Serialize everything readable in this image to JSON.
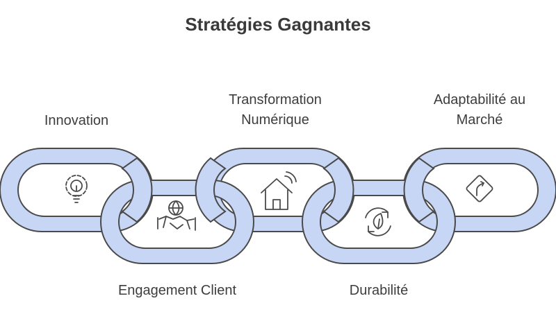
{
  "title": "Stratégies Gagnantes",
  "links": [
    {
      "label": "Innovation",
      "icon": "lightbulb-gear-icon"
    },
    {
      "label": "Engagement Client",
      "icon": "handshake-globe-icon"
    },
    {
      "label": "Transformation Numérique",
      "icon": "smart-home-icon"
    },
    {
      "label": "Durabilité",
      "icon": "recycle-leaf-icon"
    },
    {
      "label": "Adaptabilité au Marché",
      "icon": "road-sign-turn-icon"
    }
  ],
  "colors": {
    "link_fill": "#c7d6f5",
    "link_stroke": "#4a4a4a",
    "text": "#3d3d3d"
  }
}
